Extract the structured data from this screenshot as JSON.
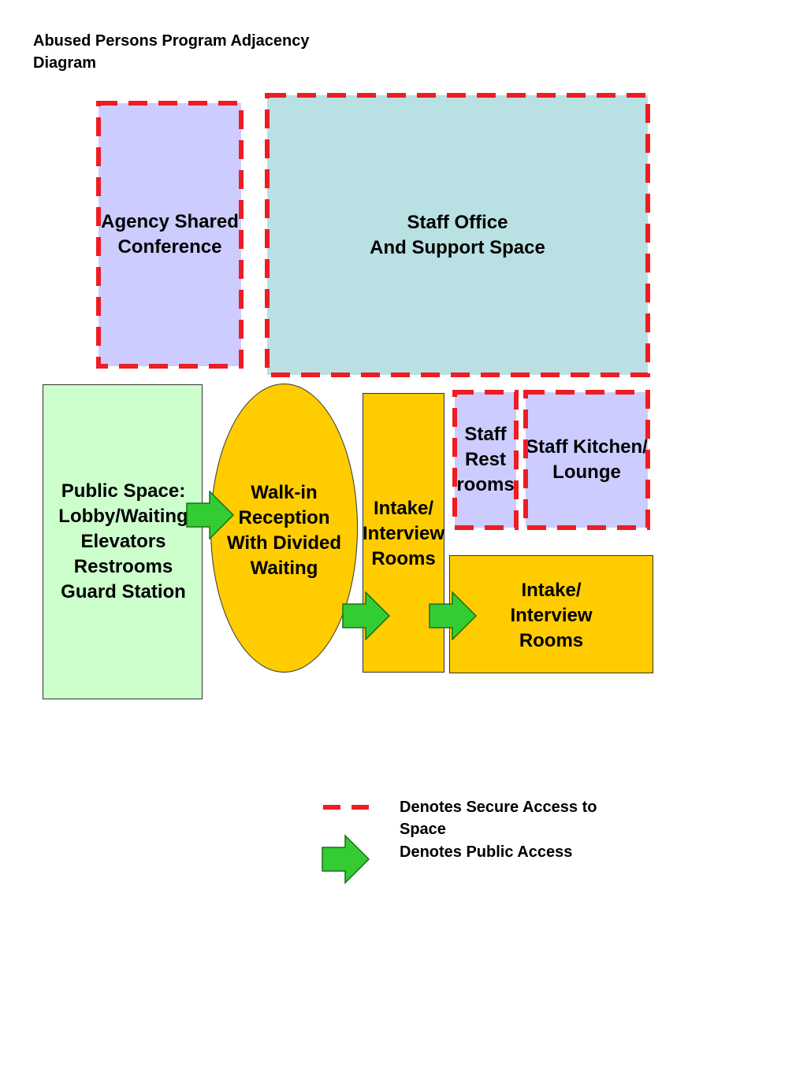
{
  "title": "Abused Persons Program Adjacency Diagram",
  "colors": {
    "secure_dash": "#ee1c24",
    "public_arrow": "#33cc33",
    "lavender": "#ccccff",
    "light_teal": "#b9e0e2",
    "light_green": "#ccffcc",
    "gold": "#ffcc00"
  },
  "rooms": {
    "conference": {
      "label": "Agency Shared\nConference",
      "secure": true
    },
    "staff_office": {
      "label": "Staff Office\nAnd Support Space",
      "secure": true
    },
    "public_space": {
      "label": "Public Space:\nLobby/Waiting\nElevators\nRestrooms\nGuard Station",
      "secure": false
    },
    "walkin": {
      "label": "Walk-in\nReception\nWith Divided\nWaiting",
      "secure": false
    },
    "intake_tall": {
      "label": "Intake/\nInterview\nRooms",
      "secure": false
    },
    "staff_restrooms": {
      "label": "Staff\nRest\nrooms",
      "secure": true
    },
    "staff_kitchen": {
      "label": "Staff Kitchen/\nLounge",
      "secure": true
    },
    "intake_wide": {
      "label": "Intake/\nInterview\nRooms",
      "secure": false
    }
  },
  "legend": {
    "secure_label": "Denotes Secure Access to Space",
    "public_label": "Denotes Public Access"
  },
  "icons": {
    "secure": "dashed-border-icon",
    "public": "green-arrow-icon"
  }
}
